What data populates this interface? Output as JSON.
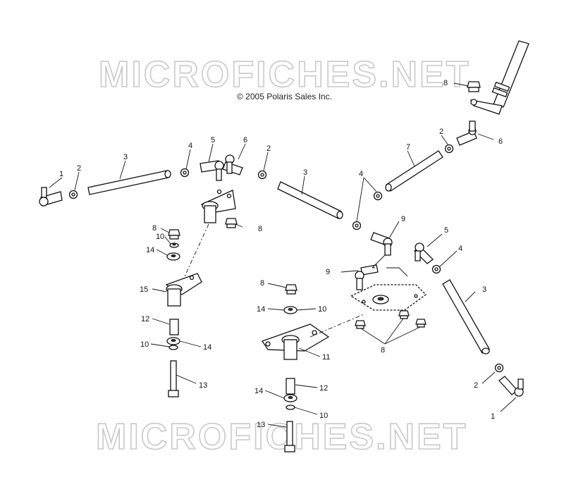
{
  "watermark": {
    "text": "MICROFICHES.NET"
  },
  "copyright": "© 2005 Polaris Sales Inc.",
  "callouts": {
    "c1a": "1",
    "c1b": "1",
    "c2a": "2",
    "c2b": "2",
    "c2c": "2",
    "c2d": "2",
    "c3a": "3",
    "c3b": "3",
    "c3c": "3",
    "c4a": "4",
    "c4b": "4",
    "c4c": "4",
    "c5a": "5",
    "c5b": "5",
    "c6a": "6",
    "c6b": "6",
    "c7": "7",
    "c8a": "8",
    "c8b": "8",
    "c8c": "8",
    "c8d": "8",
    "c8e": "8",
    "c9a": "9",
    "c9b": "9",
    "c10a": "10",
    "c10b": "10",
    "c10c": "10",
    "c10d": "10",
    "c11": "11",
    "c12a": "12",
    "c12b": "12",
    "c13a": "13",
    "c13b": "13",
    "c14a": "14",
    "c14b": "14",
    "c14c": "14",
    "c14d": "14",
    "c15": "15"
  }
}
